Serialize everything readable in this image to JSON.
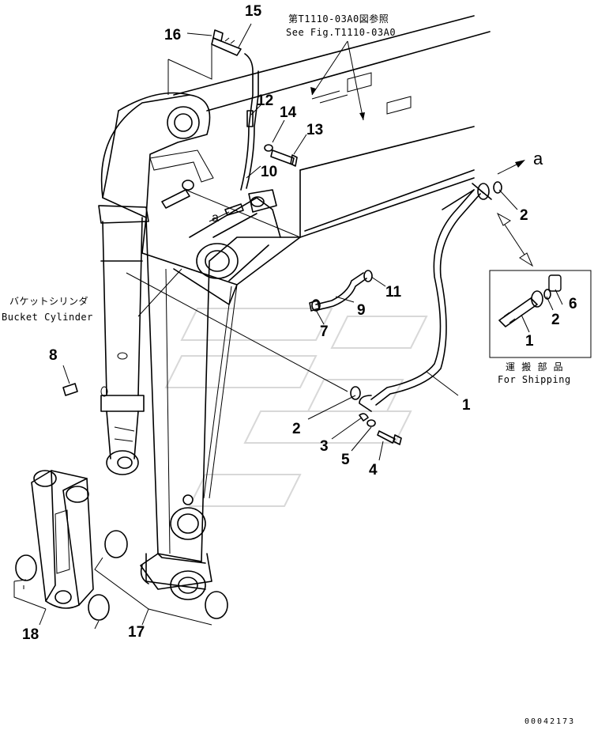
{
  "callouts": {
    "c1": "1",
    "c2a": "2",
    "c2b": "2",
    "c3": "3",
    "c4": "4",
    "c5": "5",
    "c7": "7",
    "c8": "8",
    "c9": "9",
    "c10": "10",
    "c11": "11",
    "c12": "12",
    "c13": "13",
    "c14": "14",
    "c15": "15",
    "c16": "16",
    "c17": "17",
    "c18": "18",
    "c_a": "a",
    "c_a2": "a"
  },
  "inset": {
    "c1": "1",
    "c2": "2",
    "c6": "6",
    "caption_jp": "運 搬 部 品",
    "caption_en": "For Shipping"
  },
  "see_fig": {
    "jp": "第T1110-03A0図参照",
    "en": "See Fig.T1110-03A0"
  },
  "bucket_cylinder": {
    "jp": "バケットシリンダ",
    "en": "Bucket Cylinder"
  },
  "drawing_number": "00042173"
}
